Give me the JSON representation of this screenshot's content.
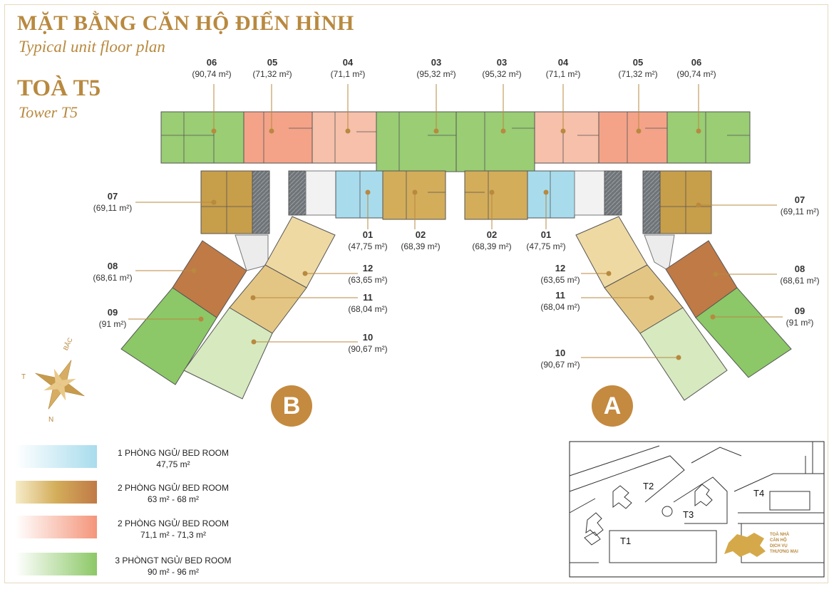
{
  "header": {
    "title_vn": "MẶT BẰNG CĂN HỘ ĐIỂN HÌNH",
    "title_en": "Typical unit floor plan",
    "tower_vn": "TOÀ T5",
    "tower_en": "Tower T5"
  },
  "units_top_left": [
    {
      "no": "06",
      "area": "(90,74 m²)"
    },
    {
      "no": "05",
      "area": "(71,32 m²)"
    },
    {
      "no": "04",
      "area": "(71,1 m²)"
    },
    {
      "no": "03",
      "area": "(95,32 m²)"
    }
  ],
  "units_top_right": [
    {
      "no": "03",
      "area": "(95,32 m²)"
    },
    {
      "no": "04",
      "area": "(71,1 m²)"
    },
    {
      "no": "05",
      "area": "(71,32 m²)"
    },
    {
      "no": "06",
      "area": "(90,74 m²)"
    }
  ],
  "units_left": [
    {
      "no": "07",
      "area": "(69,11 m²)"
    },
    {
      "no": "08",
      "area": "(68,61 m²)"
    },
    {
      "no": "09",
      "area": "(91 m²)"
    }
  ],
  "units_right": [
    {
      "no": "07",
      "area": "(69,11 m²)"
    },
    {
      "no": "08",
      "area": "(68,61 m²)"
    },
    {
      "no": "09",
      "area": "(91 m²)"
    }
  ],
  "units_mid_left": [
    {
      "no": "01",
      "area": "(47,75 m²)"
    },
    {
      "no": "02",
      "area": "(68,39 m²)"
    }
  ],
  "units_mid_right": [
    {
      "no": "02",
      "area": "(68,39 m²)"
    },
    {
      "no": "01",
      "area": "(47,75 m²)"
    }
  ],
  "units_wing_b": [
    {
      "no": "12",
      "area": "(63,65 m²)"
    },
    {
      "no": "11",
      "area": "(68,04 m²)"
    },
    {
      "no": "10",
      "area": "(90,67 m²)"
    }
  ],
  "units_wing_a": [
    {
      "no": "12",
      "area": "(63,65 m²)"
    },
    {
      "no": "11",
      "area": "(68,04 m²)"
    },
    {
      "no": "10",
      "area": "(90,67 m²)"
    }
  ],
  "blocks": {
    "left": "B",
    "right": "A"
  },
  "compass": {
    "north": "N",
    "west": "T",
    "bac": "BẮC"
  },
  "legend": [
    {
      "line1": "1 PHÒNG NGỦ/ BED ROOM",
      "line2": "47,75 m²",
      "color": "#a8dced"
    },
    {
      "line1": "2 PHÒNG NGỦ/ BED ROOM",
      "line2": "63 m² - 68  m²",
      "color": "#c07a46"
    },
    {
      "line1": "2 PHÒNG NGỦ/ BED ROOM",
      "line2": "71,1 m² - 71,3  m²",
      "color": "#f4957a"
    },
    {
      "line1": "3 PHÒNGT NGỦ/ BED ROOM",
      "line2": "90 m² - 96  m²",
      "color": "#8cc867"
    }
  ],
  "site_map": {
    "labels": [
      "T2",
      "T3",
      "T4",
      "T1"
    ],
    "note": [
      "TOÀ NHÀ",
      "CĂN HỘ",
      "DỊCH VỤ",
      "THƯƠNG MẠI"
    ]
  },
  "colors": {
    "gold": "#b8893f",
    "green_3br": "#9acd74",
    "salmon_2br": "#f4a389",
    "peach_2br": "#f6c0aa",
    "blue_1br": "#a8dced",
    "mustard": "#d3ad5a",
    "beige": "#efd9a3",
    "brown": "#c07a46",
    "light_green": "#d7e9bf"
  }
}
